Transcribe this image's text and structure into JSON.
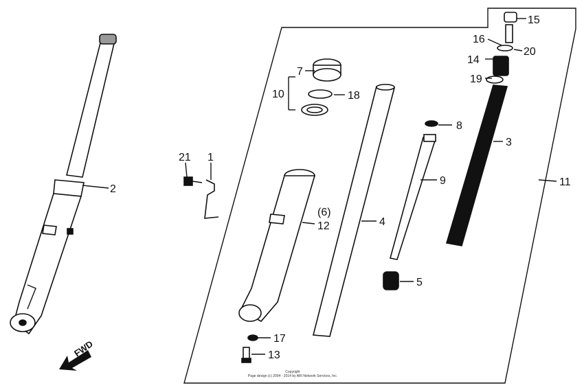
{
  "callouts": {
    "c1": "1",
    "c2": "2",
    "c3": "3",
    "c4": "4",
    "c5": "5",
    "c6": "(6)",
    "c7": "7",
    "c8": "8",
    "c9": "9",
    "c10": "10",
    "c11": "11",
    "c12": "12",
    "c13": "13",
    "c14": "14",
    "c15": "15",
    "c16": "16",
    "c17": "17",
    "c18": "18",
    "c19": "19",
    "c20": "20",
    "c21": "21"
  },
  "fwd_label": "FWD",
  "copyright": {
    "line1": "Copyright",
    "line2": "Page design (c) 2004 - 2014 by ARI Network Services, Inc."
  }
}
